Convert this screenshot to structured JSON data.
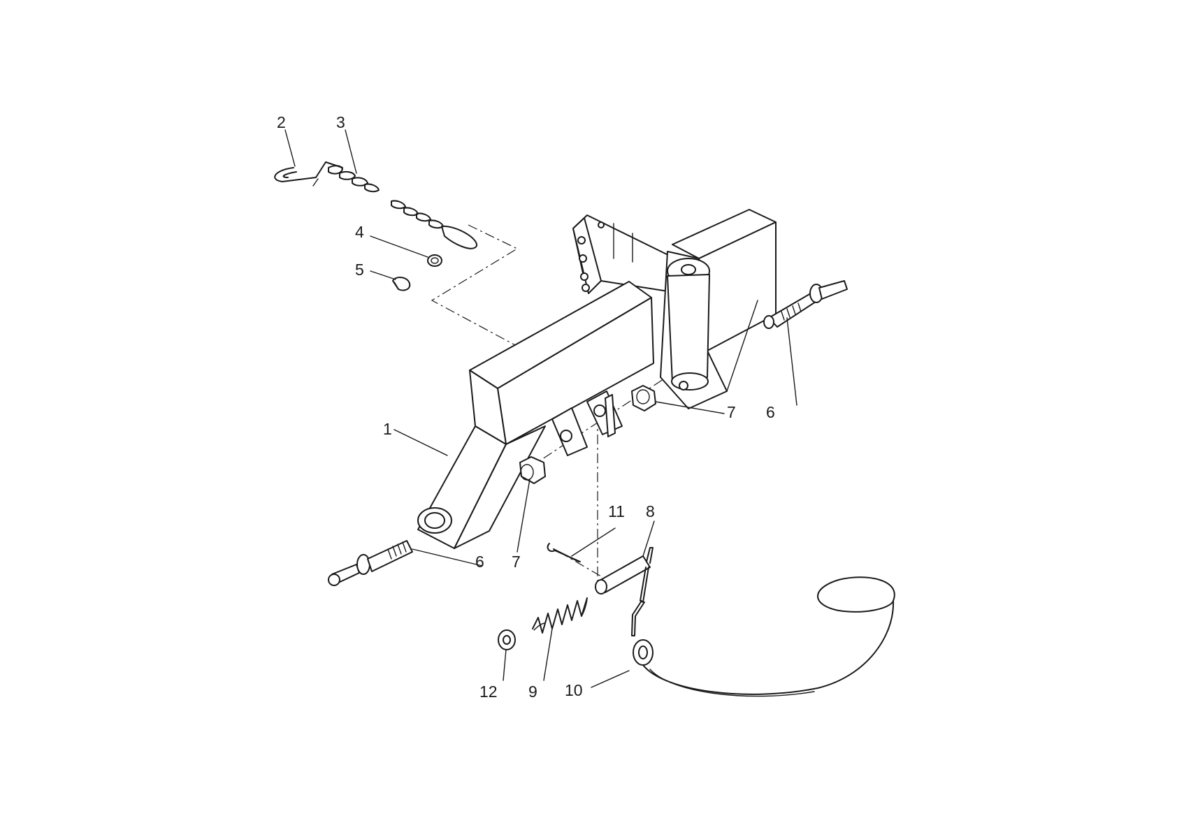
{
  "diagram": {
    "callouts": [
      {
        "id": "c1",
        "label": "1"
      },
      {
        "id": "c2",
        "label": "2"
      },
      {
        "id": "c3",
        "label": "3"
      },
      {
        "id": "c4",
        "label": "4"
      },
      {
        "id": "c5",
        "label": "5"
      },
      {
        "id": "c6a",
        "label": "6"
      },
      {
        "id": "c6b",
        "label": "6"
      },
      {
        "id": "c7a",
        "label": "7"
      },
      {
        "id": "c7b",
        "label": "7"
      },
      {
        "id": "c8",
        "label": "8"
      },
      {
        "id": "c9",
        "label": "9"
      },
      {
        "id": "c10",
        "label": "10"
      },
      {
        "id": "c11",
        "label": "11"
      },
      {
        "id": "c12",
        "label": "12"
      }
    ]
  }
}
